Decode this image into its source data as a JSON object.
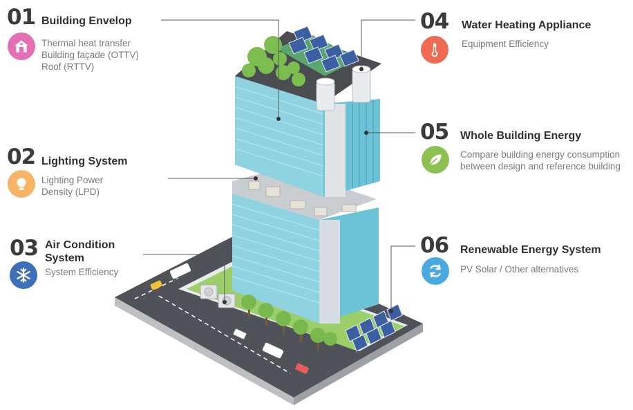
{
  "items": [
    {
      "number": "01",
      "title": "Building Envelop",
      "lines": [
        "Thermal heat transfer",
        "Building façade (OTTV)",
        "Roof (RTTV)"
      ],
      "icon": "house-icon",
      "color": "#e46fb3"
    },
    {
      "number": "02",
      "title": "Lighting System",
      "lines": [
        "Lighting Power",
        "Density (LPD)"
      ],
      "icon": "light-bulb-icon",
      "color": "#f6b564"
    },
    {
      "number": "03",
      "title": "Air Condition System",
      "title_lines": [
        "Air Condition",
        "System"
      ],
      "lines": [
        "System Efficiency"
      ],
      "icon": "snowflake-icon",
      "color": "#3e6fb8"
    },
    {
      "number": "04",
      "title": "Water Heating Appliance",
      "lines": [
        "Equipment Efficiency"
      ],
      "icon": "thermometer-icon",
      "color": "#ef6a52"
    },
    {
      "number": "05",
      "title": "Whole Building Energy",
      "lines": [
        "Compare building energy consumption",
        "between design and reference building"
      ],
      "icon": "leaf-icon",
      "color": "#8cc152"
    },
    {
      "number": "06",
      "title": "Renewable Energy System",
      "lines": [
        "PV Solar / Other alternatives"
      ],
      "icon": "recycle-icon",
      "color": "#4aa9df"
    }
  ]
}
